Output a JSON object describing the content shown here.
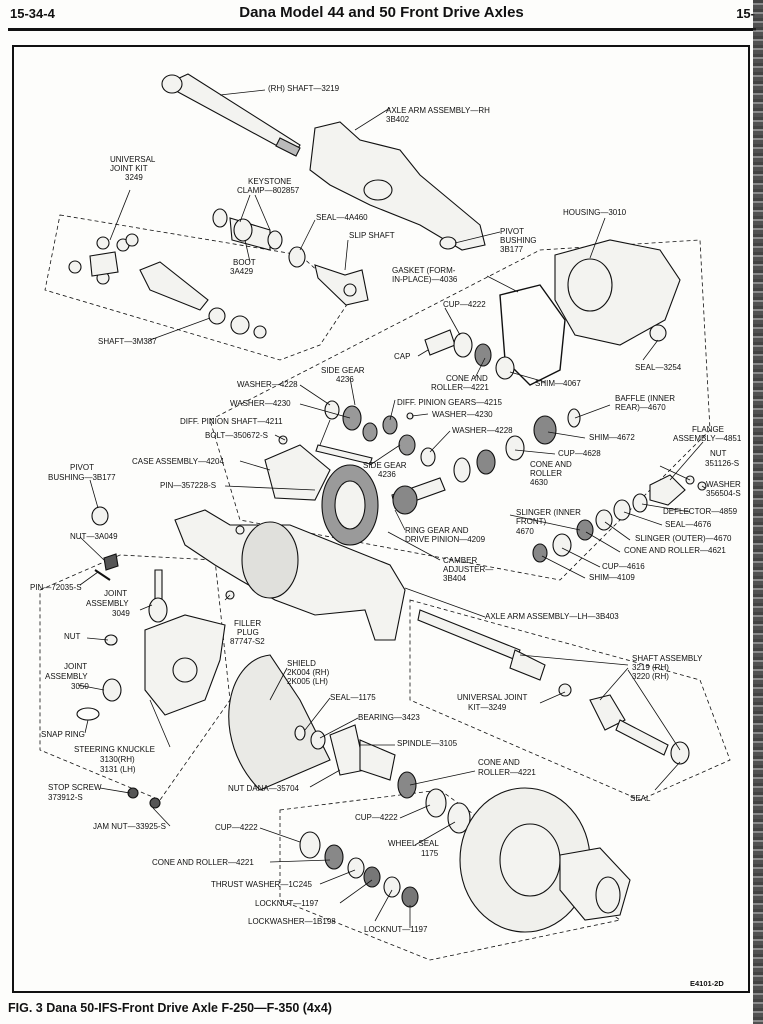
{
  "header": {
    "section": "15-34-4",
    "title": "Dana Model 44 and 50 Front Drive Axles",
    "page": "15-"
  },
  "figure": {
    "caption": "FIG. 3 Dana 50-IFS-Front Drive Axle F-250—F-350 (4x4)",
    "code": "E4101-2D"
  },
  "labels": {
    "rh_shaft": "(RH) SHAFT—3219",
    "axle_arm_rh_1": "AXLE ARM ASSEMBLY—RH",
    "axle_arm_rh_2": "3B402",
    "ujoint_kit_1": "UNIVERSAL",
    "ujoint_kit_2": "JOINT KIT",
    "ujoint_kit_3": "3249",
    "keystone_1": "KEYSTONE",
    "keystone_2": "CLAMP—802857",
    "seal_4a460": "SEAL—4A460",
    "slip_shaft": "SLIP SHAFT",
    "boot_1": "BOOT",
    "boot_2": "3A429",
    "pivot_bushing_rh_1": "PIVOT",
    "pivot_bushing_rh_2": "BUSHING",
    "pivot_bushing_rh_3": "3B177",
    "housing": "HOUSING—3010",
    "gasket_1": "GASKET (FORM-",
    "gasket_2": "IN-PLACE)—4036",
    "shaft_3m387": "SHAFT—3M387",
    "cup_4222_a": "CUP—4222",
    "cap": "CAP",
    "cone_roller_a_1": "CONE AND",
    "cone_roller_a_2": "ROLLER—4221",
    "shim_4067": "SHIM—4067",
    "seal_3254": "SEAL—3254",
    "side_gear_a_1": "SIDE GEAR",
    "side_gear_a_2": "4236",
    "washer_4228_a": "WASHER—4228",
    "diff_pinion_gears": "DIFF. PINION GEARS—4215",
    "washer_4230_a": "WASHER—4230",
    "washer_4230_b": "WASHER—4230",
    "baffle_1": "BAFFLE (INNER",
    "baffle_2": "REAR)—4670",
    "diff_pinion_shaft": "DIFF. PINION SHAFT—4211",
    "bolt": "BOLT—350672-S",
    "washer_4228_b": "WASHER—4228",
    "shim_4672": "SHIM—4672",
    "flange_1": "FLANGE",
    "flange_2": "ASSEMBLY—4851",
    "case_assembly": "CASE ASSEMBLY—4204",
    "side_gear_b_1": "SIDE GEAR",
    "side_gear_b_2": "4236",
    "cup_4628": "CUP—4628",
    "cone_roller_4630_1": "CONE AND",
    "cone_roller_4630_2": "ROLLER",
    "cone_roller_4630_3": "4630",
    "nut_351126_1": "NUT",
    "nut_351126_2": "351126-S",
    "washer_356504_1": "WASHER",
    "washer_356504_2": "356504-S",
    "pivot_bushing_lh_1": "PIVOT",
    "pivot_bushing_lh_2": "BUSHING—3B177",
    "pin_357228": "PIN—357228-S",
    "deflector": "DEFLECTOR—4859",
    "slinger_inner_1": "SLINGER (INNER",
    "slinger_inner_2": "FRONT)",
    "slinger_inner_3": "4670",
    "seal_4676": "SEAL—4676",
    "ring_gear_1": "RING GEAR AND",
    "ring_gear_2": "DRIVE PINION—4209",
    "slinger_outer": "SLINGER (OUTER)—4670",
    "cone_roller_4621": "CONE AND ROLLER—4621",
    "nut_3a049": "NUT—3A049",
    "camber_1": "CAMBER",
    "camber_2": "ADJUSTER—",
    "camber_3": "3B404",
    "cup_4616": "CUP—4616",
    "shim_4109": "SHIM—4109",
    "pin_72035": "PIN—72035-S",
    "joint_assembly_3049_1": "JOINT",
    "joint_assembly_3049_2": "ASSEMBLY",
    "joint_assembly_3049_3": "3049",
    "axle_arm_lh": "AXLE ARM ASSEMBLY—LH—3B403",
    "filler_plug_1": "FILLER",
    "filler_plug_2": "PLUG",
    "filler_plug_3": "87747-S2",
    "nut": "NUT",
    "shaft_assembly_1": "SHAFT ASSEMBLY",
    "shaft_assembly_2": "3219 (RH)",
    "shaft_assembly_3": "3220 (RH)",
    "joint_assembly_3050_1": "JOINT",
    "joint_assembly_3050_2": "ASSEMBLY",
    "joint_assembly_3050_3": "3050",
    "shield_1": "SHIELD",
    "shield_2": "2K004 (RH)",
    "shield_3": "2K005 (LH)",
    "seal_1175": "SEAL—1175",
    "ujoint_kit_b_1": "UNIVERSAL JOINT",
    "ujoint_kit_b_2": "KIT—3249",
    "snap_ring": "SNAP RING",
    "bearing_3423": "BEARING—3423",
    "steering_knuckle_1": "STEERING KNUCKLE",
    "steering_knuckle_2": "3130(RH)",
    "steering_knuckle_3": "3131 (LH)",
    "spindle": "SPINDLE—3105",
    "cone_roller_b_1": "CONE AND",
    "cone_roller_b_2": "ROLLER—4221",
    "stop_screw_1": "STOP SCREW",
    "stop_screw_2": "373912-S",
    "nut_dana": "NUT DANA—35704",
    "seal": "SEAL",
    "jam_nut": "JAM NUT—33925-S",
    "cup_4222_b": "CUP—4222",
    "cup_4222_c": "CUP—4222",
    "wheel_seal_1": "WHEEL SEAL",
    "wheel_seal_2": "1175",
    "cone_roller_c": "CONE AND ROLLER—4221",
    "thrust_washer": "THRUST WASHER—1C245",
    "locknut_a": "LOCKNUT—1197",
    "lockwasher": "LOCKWASHER—1B198",
    "locknut_b": "LOCKNUT—1197"
  }
}
